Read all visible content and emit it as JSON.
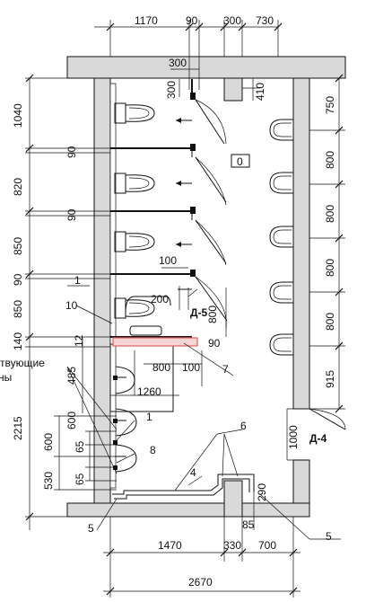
{
  "dims_top": [
    "1170",
    "90",
    "300",
    "730",
    "300",
    "300",
    "410"
  ],
  "dims_left": [
    "1040",
    "90",
    "820",
    "90",
    "850",
    "90",
    "850",
    "140",
    "2215",
    "600",
    "65",
    "530",
    "65"
  ],
  "dims_right": [
    "750",
    "800",
    "800",
    "800",
    "800",
    "915",
    "1000"
  ],
  "dims_bottom": [
    "1470",
    "330",
    "700",
    "2670",
    "85",
    "290"
  ],
  "dims_inner": [
    "100",
    "200",
    "800",
    "800",
    "100",
    "1260",
    "485",
    "600",
    "90",
    "12"
  ],
  "callouts": [
    "1",
    "10",
    "7",
    "1",
    "8",
    "6",
    "4",
    "5",
    "5"
  ],
  "rooms": [
    "Д-5",
    "Д-4"
  ],
  "door_tag": "0",
  "side_text": [
    "ствующие",
    "ны"
  ]
}
